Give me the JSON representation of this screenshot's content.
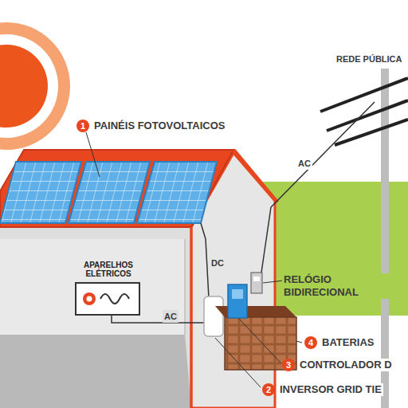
{
  "diagram": {
    "nodes": [
      {
        "text": [
          "APARELHOS ELÉTRICOS"
        ]
      }
    ],
    "labels": [
      "1",
      "PAINÉIS FOTOVOLTAICOS",
      "REDE PÚBLICA",
      "AC",
      "DC",
      "RELÓGIO BIDIRECIONAL",
      "AC",
      "4",
      "BATERIAS",
      "3",
      "CONTROLADOR D",
      "2",
      "INVERSOR GRID TIE"
    ]
  }
}
